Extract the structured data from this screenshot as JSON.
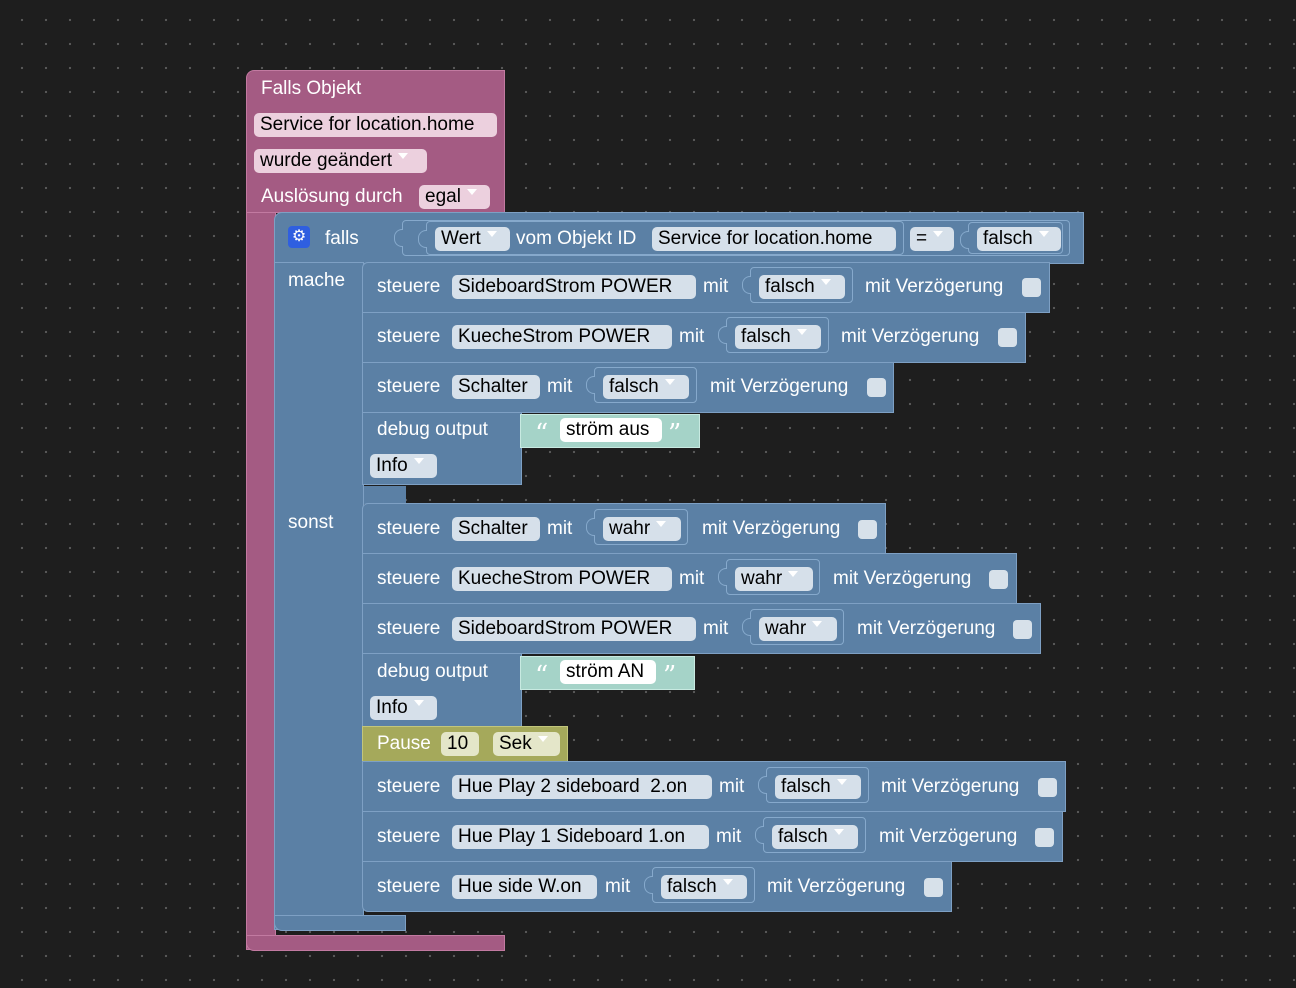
{
  "trigger": {
    "title": "Falls Objekt",
    "object": "Service for location.home",
    "event": "wurde geändert",
    "trigger_by_label": "Auslösung durch",
    "trigger_by_value": "egal"
  },
  "if_block": {
    "falls_label": "falls",
    "mache_label": "mache",
    "sonst_label": "sonst",
    "condition": {
      "value_dropdown": "Wert",
      "vom_label": "vom Objekt ID",
      "object": "Service for location.home",
      "operator": "=",
      "compare": "falsch"
    }
  },
  "labels": {
    "steuere": "steuere",
    "mit": "mit",
    "delay": "mit Verzögerung",
    "debug": "debug output",
    "pause": "Pause"
  },
  "then_actions": [
    {
      "object": "SideboardStrom POWER",
      "value": "falsch"
    },
    {
      "object": "KuecheStrom POWER",
      "value": "falsch"
    },
    {
      "object": "Schalter",
      "value": "falsch"
    }
  ],
  "then_debug": {
    "text": "ström aus",
    "level": "Info"
  },
  "else_actions": [
    {
      "object": "Schalter",
      "value": "wahr"
    },
    {
      "object": "KuecheStrom POWER",
      "value": "wahr"
    },
    {
      "object": "SideboardStrom POWER",
      "value": "wahr"
    }
  ],
  "else_debug": {
    "text": "ström AN",
    "level": "Info"
  },
  "pause": {
    "amount": "10",
    "unit": "Sek"
  },
  "else_actions_after": [
    {
      "object": "Hue Play 2 sideboard  2.on",
      "value": "falsch"
    },
    {
      "object": "Hue Play 1 Sideboard 1.on",
      "value": "falsch"
    },
    {
      "object": "Hue side W.on",
      "value": "falsch"
    }
  ],
  "colors": {
    "trigger": "#a45b83",
    "logic": "#5b80a5",
    "text": "#a5d3c8",
    "timer": "#a5a95b",
    "workspace": "#1e1e1e"
  }
}
